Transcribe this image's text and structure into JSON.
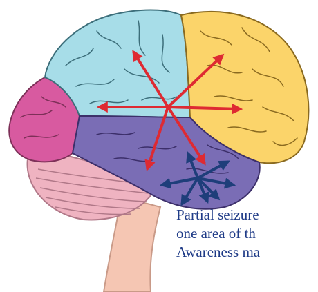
{
  "caption": {
    "line1": "Partial seizure",
    "line2": "one area of th",
    "line3": "Awareness ma"
  },
  "colors": {
    "frontal": "#fbd46a",
    "parietal": "#a7dde8",
    "occipital": "#d85aa0",
    "temporal": "#7a6db5",
    "cerebellum": "#efb3c1",
    "brainstem": "#f5c6b3",
    "arrow_red": "#de2a32",
    "arrow_blue": "#1e3e7a",
    "caption_text": "#1f3b87"
  }
}
